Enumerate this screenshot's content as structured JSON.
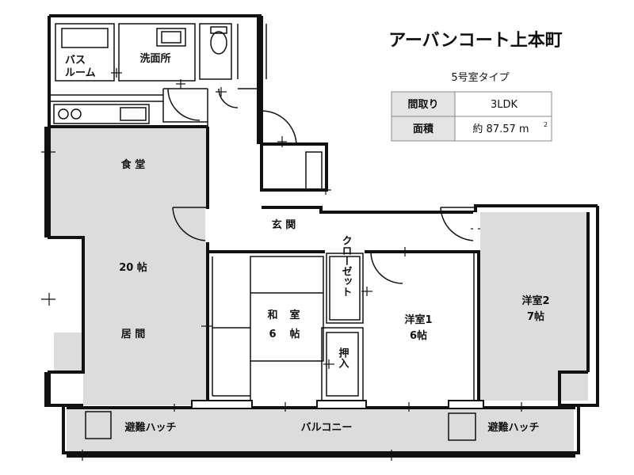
{
  "building_name": "アーバンコート上本町",
  "unit_type": "5号室タイプ",
  "specs": [
    {
      "label": "間取り",
      "value": "3LDK",
      "unit": ""
    },
    {
      "label": "面積",
      "value": "約 87.57 m",
      "unit": "2"
    }
  ],
  "rooms": {
    "bath": [
      "バス",
      "ルーム"
    ],
    "washroom": "洗面所",
    "dining": "食 堂",
    "ldk_size": "20 帖",
    "living": "居 間",
    "entrance": "玄 関",
    "closet": "クローゼット",
    "washitsu": [
      "和",
      "室"
    ],
    "washitsu_size": [
      "6",
      "帖"
    ],
    "oshiire": "押入",
    "youshitsu1": [
      "洋室1",
      "6帖"
    ],
    "youshitsu2": [
      "洋室2",
      "7帖"
    ],
    "balcony": "バルコニー",
    "hatch_left": "避難ハッチ",
    "hatch_right": "避難ハッチ"
  }
}
